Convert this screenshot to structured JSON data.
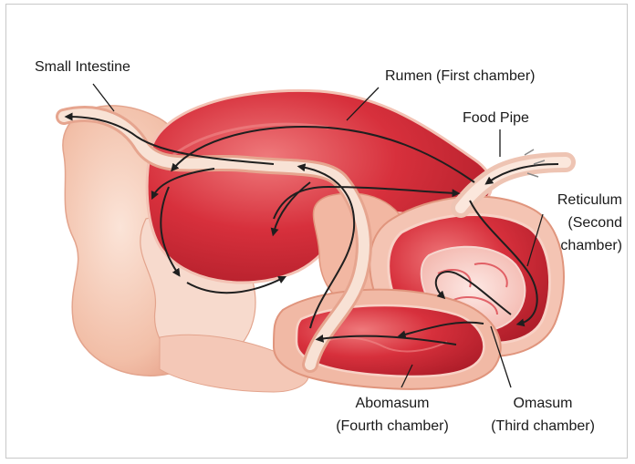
{
  "labels": {
    "small_intestine": "Small Intestine",
    "rumen": "Rumen (First chamber)",
    "food_pipe": "Food Pipe",
    "reticulum_1": "Reticulum",
    "reticulum_2": "(Second",
    "reticulum_3": "chamber)",
    "abomasum_1": "Abomasum",
    "abomasum_2": "(Fourth chamber)",
    "omasum_1": "Omasum",
    "omasum_2": "(Third chamber)"
  },
  "colors": {
    "tissue_light": "#f6d3c3",
    "tissue_mid": "#eba78f",
    "chamber_red": "#d7303c",
    "chamber_dark": "#b01e2a",
    "pathway": "#1f1f1f"
  }
}
